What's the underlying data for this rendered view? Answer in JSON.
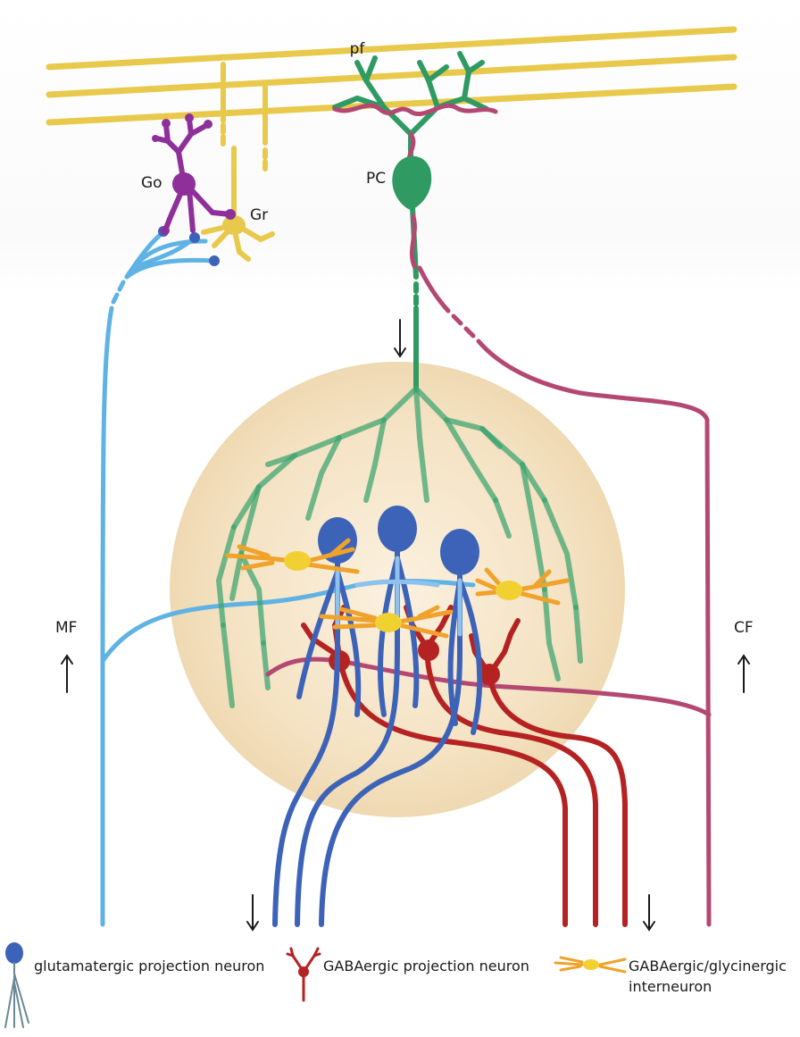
{
  "labels": {
    "pf": "pf",
    "go": "Go",
    "gr": "Gr",
    "pc": "PC",
    "mf": "MF",
    "cf": "CF"
  },
  "legend": {
    "glutamatergic": "glutamatergic projection neuron",
    "gabaergic": "GABAergic projection neuron",
    "interneuron_line1": "GABAergic/glycinergic",
    "interneuron_line2": "interneuron"
  },
  "colors": {
    "parallel_fiber": "#e9c94b",
    "golgi": "#8e2f9a",
    "purkinje": "#2f9a62",
    "climbing_fiber": "#b44873",
    "mossy_fiber": "#5fb3e4",
    "glutamatergic": "#3d63b8",
    "gabaergic": "#b52222",
    "interneuron": "#f0a22a",
    "nucleus": "#f3dfba"
  }
}
